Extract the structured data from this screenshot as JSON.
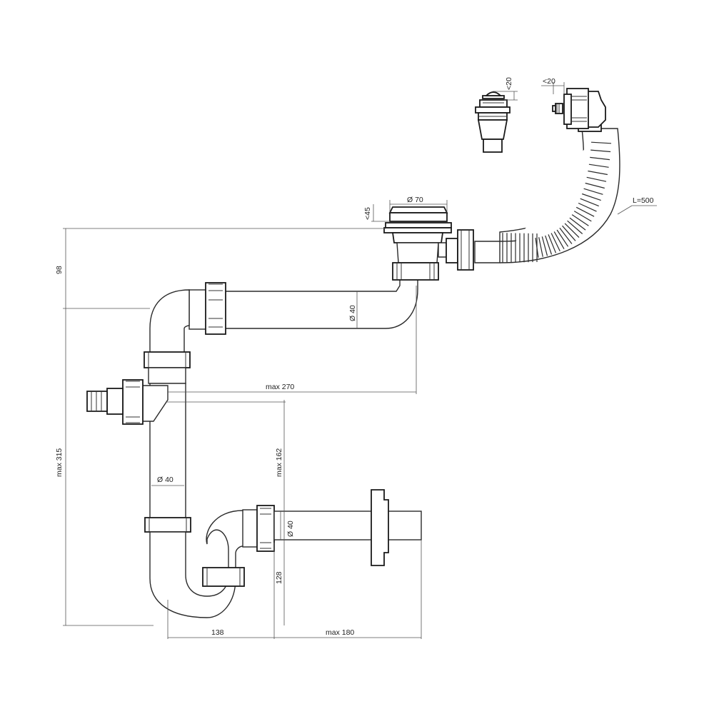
{
  "dimensions": {
    "basket_diameter": "Ø 70",
    "basket_height": "<45",
    "drop_height": "98",
    "top_pipe_diameter": "Ø 40",
    "vertical_pipe_diameter": "Ø 40",
    "outlet_diameter": "Ø 40",
    "horizontal_reach": "max 270",
    "total_height": "max 315",
    "trap_height": "max 162",
    "outlet_height": "128",
    "trap_width": "138",
    "outlet_length": "max 180",
    "hose_length": "L=500",
    "plug_height": "<20",
    "overflow_depth": "<20"
  }
}
